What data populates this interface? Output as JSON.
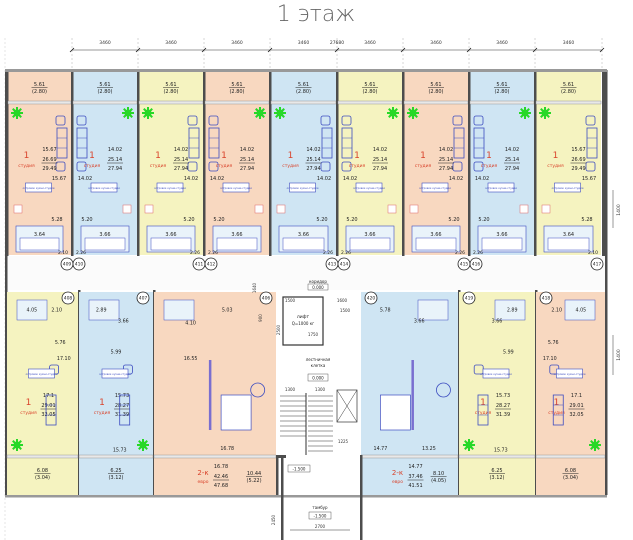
{
  "title": "1 этаж",
  "dimensions": {
    "top": [
      "3460",
      "3460",
      "3460",
      "3460",
      "3460",
      "3460",
      "3460",
      "3460"
    ],
    "total": "27680",
    "right": [
      "1400",
      "1400"
    ]
  },
  "colors": {
    "peach": "#f8d8c0",
    "blue": "#cfe5f3",
    "yellow": "#f5f3c0",
    "wall": "#4d4d4d",
    "furniture": "#3c4cc0",
    "accent": "#d9432b",
    "plant": "#27d827"
  },
  "kitchen_label": "островок кухни-студии",
  "top_units": [
    {
      "num": "409",
      "color": "peach",
      "balcony": "5.61",
      "balcony_half": "(2.80)",
      "rooms": "1",
      "type": "студия",
      "living": "15.67",
      "total_living": "26.69",
      "total": "29.49",
      "kitchen": "15.67",
      "hall": "5.28",
      "bath": "3.64",
      "entry": "2.10"
    },
    {
      "num": "410",
      "color": "blue",
      "balcony": "5.61",
      "balcony_half": "(2.80)",
      "rooms": "1",
      "type": "студия",
      "living": "14.02",
      "total_living": "25.14",
      "total": "27.94",
      "kitchen": "14.02",
      "hall": "5.20",
      "bath": "3.66",
      "entry": "2.26"
    },
    {
      "num": "411",
      "color": "yellow",
      "balcony": "5.61",
      "balcony_half": "(2.80)",
      "rooms": "1",
      "type": "студия",
      "living": "14.02",
      "total_living": "25.14",
      "total": "27.94",
      "kitchen": "14.02",
      "hall": "5.20",
      "bath": "3.66",
      "entry": "2.26"
    },
    {
      "num": "412",
      "color": "peach",
      "balcony": "5.61",
      "balcony_half": "(2.80)",
      "rooms": "1",
      "type": "студия",
      "living": "14.02",
      "total_living": "25.14",
      "total": "27.94",
      "kitchen": "14.02",
      "hall": "5.20",
      "bath": "3.66",
      "entry": "2.26"
    },
    {
      "num": "413",
      "color": "blue",
      "balcony": "5.61",
      "balcony_half": "(2.80)",
      "rooms": "1",
      "type": "студия",
      "living": "14.02",
      "total_living": "25.14",
      "total": "27.94",
      "kitchen": "14.02",
      "hall": "5.20",
      "bath": "3.66",
      "entry": "2.26"
    },
    {
      "num": "414",
      "color": "yellow",
      "balcony": "5.61",
      "balcony_half": "(2.80)",
      "rooms": "1",
      "type": "студия",
      "living": "14.02",
      "total_living": "25.14",
      "total": "27.94",
      "kitchen": "14.02",
      "hall": "5.20",
      "bath": "3.66",
      "entry": "2.26"
    },
    {
      "num": "415",
      "color": "peach",
      "balcony": "5.61",
      "balcony_half": "(2.80)",
      "rooms": "1",
      "type": "студия",
      "living": "14.02",
      "total_living": "25.14",
      "total": "27.94",
      "kitchen": "14.02",
      "hall": "5.20",
      "bath": "3.66",
      "entry": "2.26"
    },
    {
      "num": "416",
      "color": "blue",
      "balcony": "5.61",
      "balcony_half": "(2.80)",
      "rooms": "1",
      "type": "студия",
      "living": "14.02",
      "total_living": "25.14",
      "total": "27.94",
      "kitchen": "14.02",
      "hall": "5.20",
      "bath": "3.66",
      "entry": "2.26"
    },
    {
      "num": "417",
      "color": "yellow",
      "balcony": "5.61",
      "balcony_half": "(2.80)",
      "rooms": "1",
      "type": "студия",
      "living": "15.67",
      "total_living": "26.69",
      "total": "29.49",
      "kitchen": "15.67",
      "hall": "5.28",
      "bath": "3.64",
      "entry": "2.10"
    }
  ],
  "bottom_units": [
    {
      "num": "408",
      "color": "yellow",
      "rooms": "1",
      "type": "студия",
      "living": "17.1",
      "total_living": "29.01",
      "total": "32.05",
      "room_areas": [
        "4.05",
        "2.10",
        "5.76",
        "17.10"
      ],
      "balcony": "6.08",
      "balcony_half": "(3.04)"
    },
    {
      "num": "407",
      "color": "blue",
      "rooms": "1",
      "type": "студия",
      "living": "15.73",
      "total_living": "28.27",
      "total": "31.39",
      "room_areas": [
        "2.89",
        "3.66",
        "5.99",
        "15.73"
      ],
      "balcony": "6.25",
      "balcony_half": "(3.12)"
    },
    {
      "num": "406",
      "color": "peach",
      "rooms": "2-к",
      "type": "евро",
      "living": "16.78",
      "total_living": "42.46",
      "total": "47.68",
      "room_areas": [
        "4.10",
        "5.03",
        "16.55",
        "16.78"
      ],
      "balcony": "10.44",
      "balcony_half": "(5.22)"
    },
    {
      "num": "420",
      "color": "blue",
      "rooms": "2-к",
      "type": "евро",
      "living": "14.77",
      "total_living": "37.46",
      "total": "41.51",
      "room_areas": [
        "5.78",
        "3.66",
        "14.77",
        "13.25"
      ],
      "balcony": "8.10",
      "balcony_half": "(4.05)"
    },
    {
      "num": "419",
      "color": "yellow",
      "rooms": "1",
      "type": "студия",
      "living": "15.73",
      "total_living": "28.27",
      "total": "31.39",
      "room_areas": [
        "3.66",
        "2.89",
        "5.99",
        "15.73"
      ],
      "balcony": "6.25",
      "balcony_half": "(3.12)"
    },
    {
      "num": "418",
      "color": "peach",
      "rooms": "1",
      "type": "студия",
      "living": "17.1",
      "total_living": "29.01",
      "total": "32.05",
      "room_areas": [
        "2.10",
        "4.05",
        "5.76",
        "17.10"
      ],
      "balcony": "6.08",
      "balcony_half": "(3.04)"
    }
  ],
  "core": {
    "corridor_label": "коридор",
    "corridor_level": "0.000",
    "lift_label": "лифт",
    "lift_capacity": "Q=1000 кг",
    "stair_label": "лестничная",
    "stair_label2": "клетка",
    "stair_level": "0.000",
    "lower_level": "-1.500",
    "vestibule_label": "тамбур",
    "vestibule_level": "-1.500",
    "dims": [
      "1500",
      "1750",
      "2500",
      "1600",
      "1500",
      "1300",
      "1300",
      "1225",
      "2700",
      "2450",
      "1640",
      "900"
    ]
  }
}
